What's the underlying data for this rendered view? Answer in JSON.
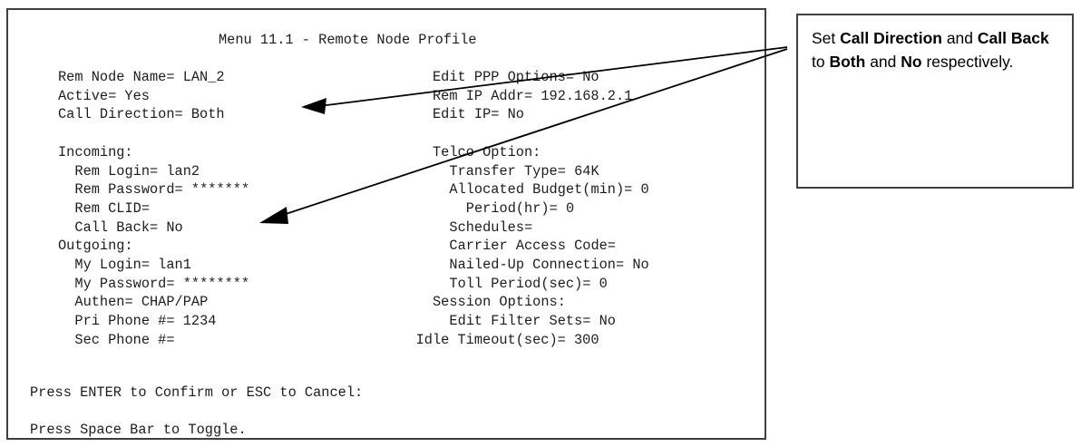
{
  "terminal": {
    "title": "Menu 11.1 - Remote Node Profile",
    "left_column": [
      {
        "text": "Rem Node Name= LAN_2",
        "indent": 0
      },
      {
        "text": "Active= Yes",
        "indent": 0
      },
      {
        "text": "Call Direction= Both",
        "indent": 0
      },
      {
        "text": "",
        "indent": 0
      },
      {
        "text": "Incoming:",
        "indent": 0
      },
      {
        "text": "Rem Login= lan2",
        "indent": 1
      },
      {
        "text": "Rem Password= *******",
        "indent": 1
      },
      {
        "text": "Rem CLID=",
        "indent": 1
      },
      {
        "text": "Call Back= No",
        "indent": 1
      },
      {
        "text": "Outgoing:",
        "indent": 0
      },
      {
        "text": "My Login= lan1",
        "indent": 1
      },
      {
        "text": "My Password= ********",
        "indent": 1
      },
      {
        "text": "Authen= CHAP/PAP",
        "indent": 1
      },
      {
        "text": "Pri Phone #= 1234",
        "indent": 1
      },
      {
        "text": "Sec Phone #=",
        "indent": 1
      }
    ],
    "right_column": [
      {
        "text": "Edit PPP Options= No",
        "indent": 0
      },
      {
        "text": "Rem IP Addr= 192.168.2.1",
        "indent": 0
      },
      {
        "text": "Edit IP= No",
        "indent": 0
      },
      {
        "text": "",
        "indent": 0
      },
      {
        "text": "Telco Option:",
        "indent": 0
      },
      {
        "text": "Transfer Type= 64K",
        "indent": 1
      },
      {
        "text": "Allocated Budget(min)= 0",
        "indent": 1
      },
      {
        "text": "Period(hr)= 0",
        "indent": 2
      },
      {
        "text": "Schedules=",
        "indent": 1
      },
      {
        "text": "Carrier Access Code=",
        "indent": 1
      },
      {
        "text": "Nailed-Up Connection= No",
        "indent": 1
      },
      {
        "text": "Toll Period(sec)= 0",
        "indent": 1
      },
      {
        "text": "Session Options:",
        "indent": 0
      },
      {
        "text": "Edit Filter Sets= No",
        "indent": 1
      },
      {
        "text": "Idle Timeout(sec)= 300",
        "indent": -1
      }
    ],
    "footer": [
      "Press ENTER to Confirm or ESC to Cancel:",
      "Press Space Bar to Toggle."
    ]
  },
  "callout": {
    "segments": [
      {
        "text": "Set ",
        "bold": false
      },
      {
        "text": "Call Direction",
        "bold": true
      },
      {
        "text": " and ",
        "bold": false
      },
      {
        "text": "Call Back",
        "bold": true
      },
      {
        "text": " to ",
        "bold": false
      },
      {
        "text": "Both",
        "bold": true
      },
      {
        "text": " and ",
        "bold": false
      },
      {
        "text": "No",
        "bold": true
      },
      {
        "text": " respectively.",
        "bold": false
      }
    ],
    "plain_text": "Set Call Direction and Call Back to Both and No respectively."
  },
  "annotations": {
    "arrow_1_target": "Call Direction= Both",
    "arrow_2_target": "Call Back= No"
  },
  "colors": {
    "border": "#3f3f3f",
    "text": "#1d1d1d",
    "background": "#ffffff",
    "arrow": "#000000"
  }
}
